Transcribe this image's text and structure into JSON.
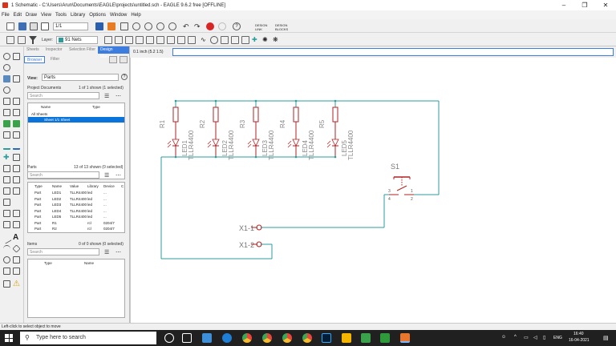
{
  "window": {
    "title": "1 Schematic - C:\\Users\\Arun\\Documents\\EAGLE\\projects\\untitled.sch - EAGLE 9.6.2 free [OFFLINE]"
  },
  "menu": [
    "File",
    "Edit",
    "Draw",
    "View",
    "Tools",
    "Library",
    "Options",
    "Window",
    "Help"
  ],
  "toolbar": {
    "sheet_select": "1/1",
    "layer_label": "Layer:",
    "layer_value": "91 Nets",
    "design_link": "DESIGN LINK",
    "design_block": "DESIGN BLOCKS"
  },
  "panel": {
    "tabs": [
      "Sheets",
      "Inspector",
      "Selection Filter",
      "Design Manager"
    ],
    "active_tab": "Design Manager",
    "subtabs": [
      "Browser",
      "Filter"
    ],
    "view_label": "View:",
    "view_value": "Parts",
    "project_docs_label": "Project Documents",
    "project_docs_count": "1 of 1 shown (1 selected)",
    "search_placeholder": "Search",
    "docs_cols": [
      "Name",
      "Type"
    ],
    "docs_rows": [
      "All Sheets",
      "Sheet 1/1  Sheet"
    ],
    "parts_label": "Parts",
    "parts_count": "13 of 13 shown (0 selected)",
    "parts_cols": [
      "Type",
      "Name",
      "Value",
      "Library",
      "Device",
      "C"
    ],
    "parts_rows": [
      [
        "Part",
        "LED1",
        "TLLR4400",
        "led",
        "..."
      ],
      [
        "Part",
        "LED2",
        "TLLR4400",
        "led",
        "..."
      ],
      [
        "Part",
        "LED3",
        "TLLR4400",
        "led",
        "..."
      ],
      [
        "Part",
        "LED4",
        "TLLR4400",
        "led",
        "..."
      ],
      [
        "Part",
        "LED5",
        "TLLR4400",
        "led",
        "..."
      ],
      [
        "Part",
        "R1",
        "",
        "rcl",
        "0204/7"
      ],
      [
        "Part",
        "R2",
        "",
        "rcl",
        "0204/7"
      ]
    ],
    "items_label": "Items",
    "items_count": "0 of 0 shown (0 selected)",
    "items_cols": [
      "Type",
      "Name"
    ]
  },
  "command": {
    "coord": "0.1 inch (5.2 1.5)",
    "input_value": ""
  },
  "schematic": {
    "resistors": [
      "R1",
      "R2",
      "R3",
      "R4",
      "R5"
    ],
    "leds": [
      "LED1",
      "LED2",
      "LED3",
      "LED4",
      "LED5"
    ],
    "led_value": "TLLR4400",
    "switch_name": "S1",
    "switch_pins": [
      "3",
      "4",
      "1",
      "2"
    ],
    "connectors": [
      "X1-1",
      "X1-2"
    ],
    "net_color": "#2a9c9c",
    "symbol_color": "#b22222"
  },
  "status": {
    "text": "Left-click to select object to move"
  },
  "taskbar": {
    "search_placeholder": "Type here to search",
    "language": "ENG",
    "time": "16:40",
    "date": "16-04-2021"
  }
}
